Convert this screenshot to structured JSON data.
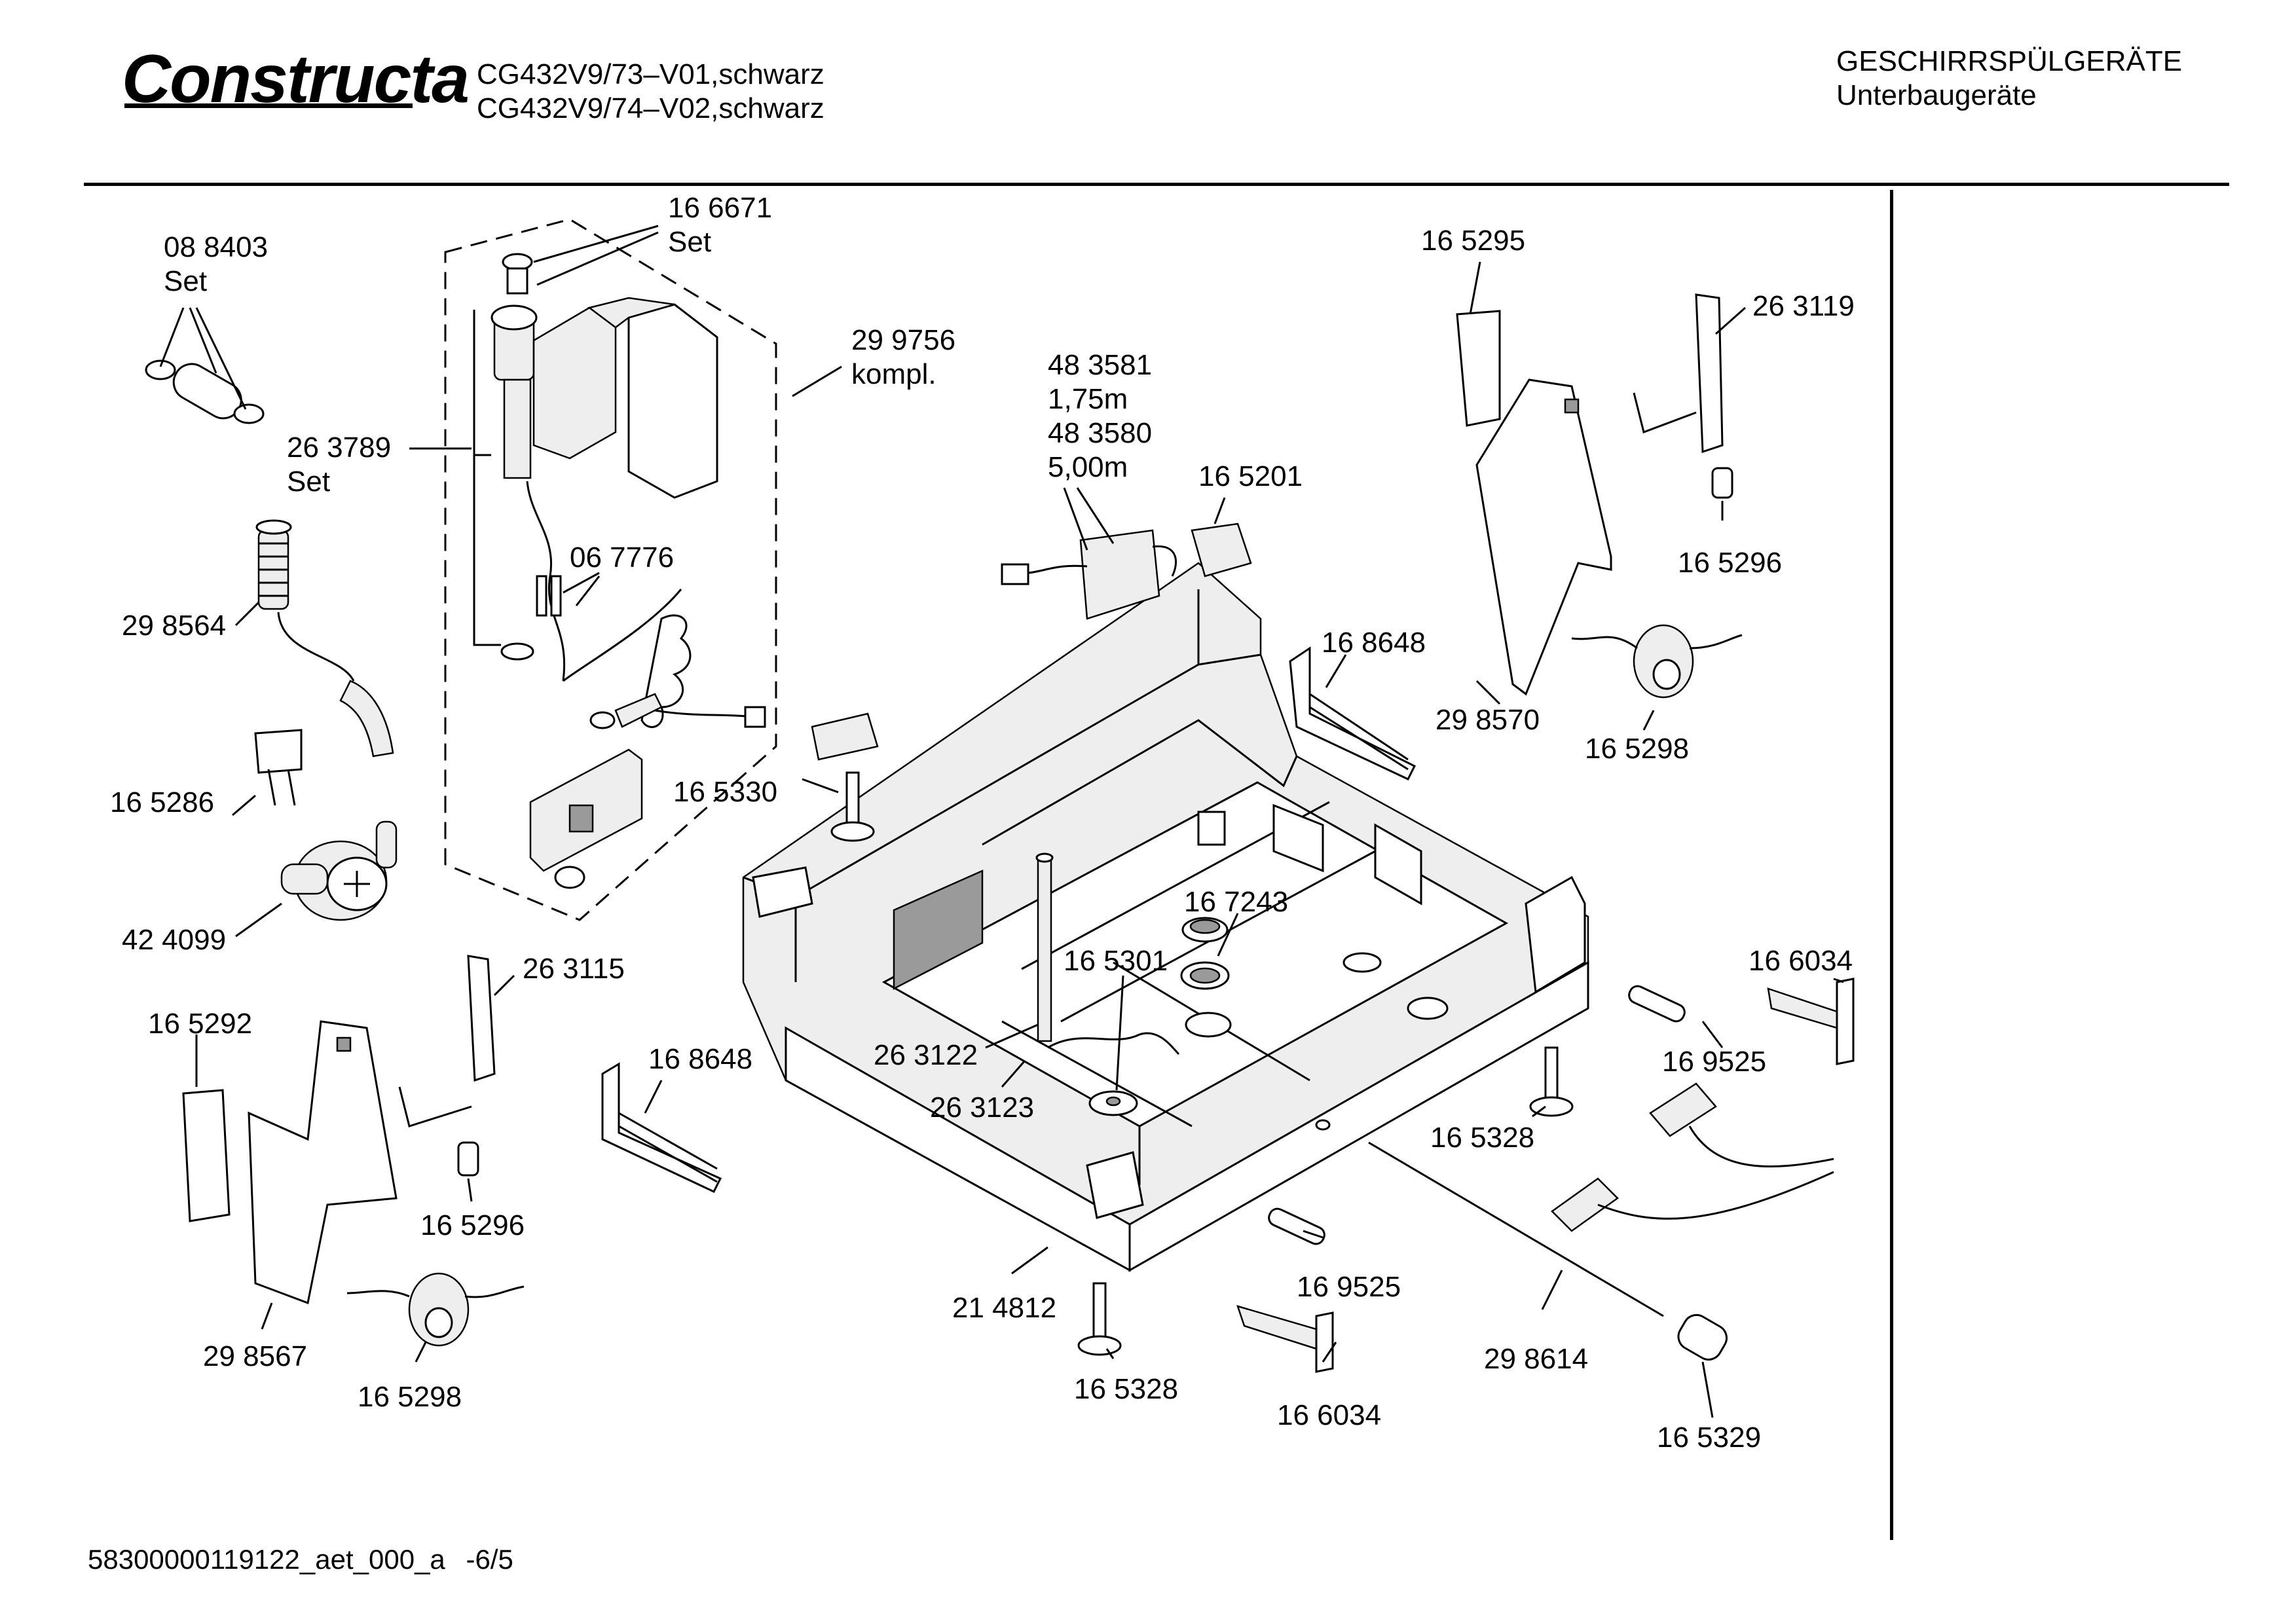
{
  "header": {
    "brand": "Constructa",
    "model_line_1": "CG432V9/73–V01,schwarz",
    "model_line_2": "CG432V9/74–V02,schwarz",
    "category": "GESCHIRRSPÜLGERÄTE",
    "subcategory": "Unterbaugeräte"
  },
  "footer": {
    "document_id": "58300000119122_aet_000_a",
    "page": "-6/5"
  },
  "parts": {
    "p088403": {
      "number": "08 8403",
      "note": "Set"
    },
    "p166671": {
      "number": "16 6671",
      "note": "Set"
    },
    "p299756": {
      "number": "29 9756",
      "note": "kompl."
    },
    "p263789": {
      "number": "26 3789",
      "note": "Set"
    },
    "p298564": {
      "number": "29 8564"
    },
    "p067776": {
      "number": "06 7776"
    },
    "p165286": {
      "number": "16 5286"
    },
    "p424099": {
      "number": "42 4099"
    },
    "p483581": {
      "number": "48 3581",
      "length": "1,75m"
    },
    "p483580": {
      "number": "48 3580",
      "length": "5,00m"
    },
    "p165201": {
      "number": "16 5201"
    },
    "p165330": {
      "number": "16 5330"
    },
    "p165295": {
      "number": "16 5295"
    },
    "p263119": {
      "number": "26 3119"
    },
    "p165296a": {
      "number": "16 5296"
    },
    "p168648a": {
      "number": "16 8648"
    },
    "p298570": {
      "number": "29 8570"
    },
    "p165298a": {
      "number": "16 5298"
    },
    "p263115": {
      "number": "26 3115"
    },
    "p165292": {
      "number": "16 5292"
    },
    "p165296b": {
      "number": "16 5296"
    },
    "p298567": {
      "number": "29 8567"
    },
    "p165298b": {
      "number": "16 5298"
    },
    "p168648b": {
      "number": "16 8648"
    },
    "p167243": {
      "number": "16 7243"
    },
    "p165301": {
      "number": "16 5301"
    },
    "p263122": {
      "number": "26 3122"
    },
    "p263123": {
      "number": "26 3123"
    },
    "p214812": {
      "number": "21 4812"
    },
    "p165328a": {
      "number": "16 5328"
    },
    "p165328b": {
      "number": "16 5328"
    },
    "p169525a": {
      "number": "16 9525"
    },
    "p169525b": {
      "number": "16 9525"
    },
    "p166034a": {
      "number": "16 6034"
    },
    "p166034b": {
      "number": "16 6034"
    },
    "p298614": {
      "number": "29 8614"
    },
    "p165329": {
      "number": "16 5329"
    }
  }
}
